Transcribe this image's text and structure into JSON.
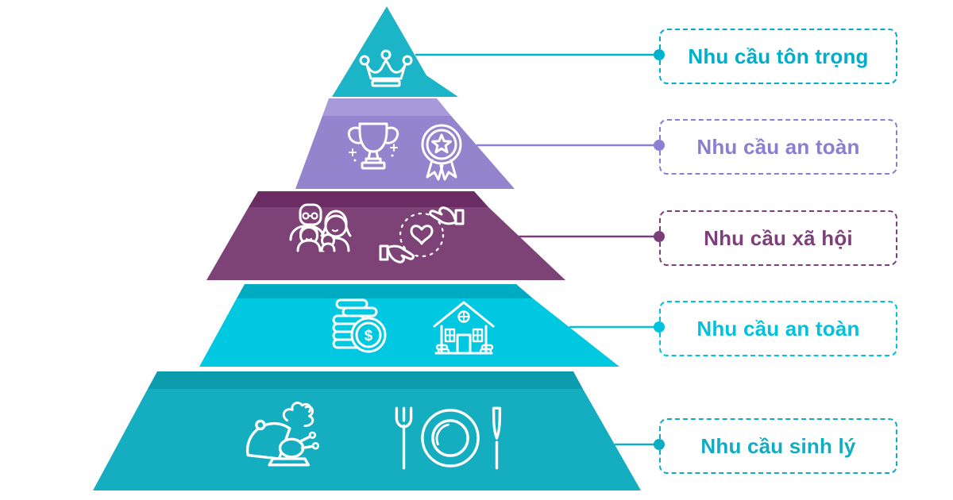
{
  "pyramid": {
    "levels": [
      {
        "id": "level-1",
        "label": "Nhu cầu tôn trọng",
        "fill": "#1cb5c8",
        "band_fill": "#1cb5c8",
        "text_color": "#00aecb",
        "connector_color": "#00b3cd",
        "icons": [
          "crown-icon"
        ]
      },
      {
        "id": "level-2",
        "label": "Nhu cầu an toàn",
        "fill": "#9384cd",
        "band_fill": "#a89ad9",
        "text_color": "#8a7ed0",
        "connector_color": "#8d80d0",
        "icons": [
          "trophy-icon",
          "medal-icon"
        ]
      },
      {
        "id": "level-3",
        "label": "Nhu cầu xã hội",
        "fill": "#7d4377",
        "band_fill": "#6a2c62",
        "text_color": "#7d3f7a",
        "connector_color": "#7c3d78",
        "icons": [
          "family-icon",
          "heart-in-hands-icon"
        ]
      },
      {
        "id": "level-4",
        "label": "Nhu cầu an toàn",
        "fill": "#00c8e1",
        "band_fill": "#00abc2",
        "text_color": "#00c2df",
        "connector_color": "#00c2df",
        "coin_symbol": "$",
        "icons": [
          "coins-icon",
          "house-icon"
        ]
      },
      {
        "id": "level-5",
        "label": "Nhu cầu sinh lý",
        "fill": "#15aec0",
        "band_fill": "#0c9cad",
        "text_color": "#10adc2",
        "connector_color": "#10adc2",
        "icons": [
          "food-dome-icon",
          "plate-cutlery-icon"
        ]
      }
    ]
  }
}
